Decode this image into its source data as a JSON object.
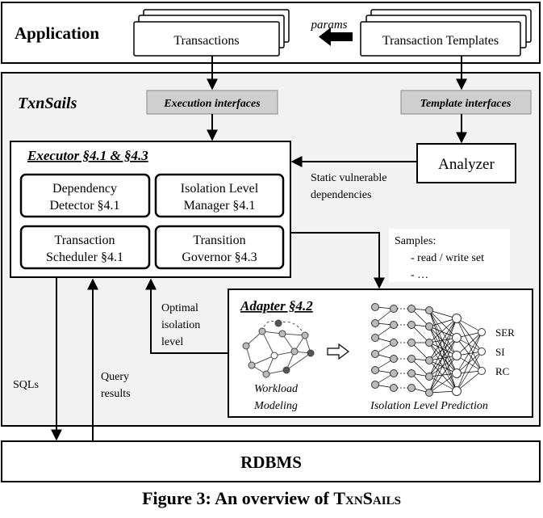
{
  "top_bar": {
    "application_label": "Application",
    "transactions_label": "Transactions",
    "params_label": "params",
    "templates_label": "Transaction Templates"
  },
  "system": {
    "title": "TxnSails",
    "execution_interfaces": "Execution interfaces",
    "template_interfaces": "Template interfaces",
    "analyzer": "Analyzer",
    "static_deps_line1": "Static vulnerable",
    "static_deps_line2": "dependencies"
  },
  "executor": {
    "title": "Executor §4.1 & §4.3",
    "modules": [
      {
        "line1": "Dependency",
        "line2": "Detector §4.1"
      },
      {
        "line1": "Isolation Level",
        "line2": "Manager §4.1"
      },
      {
        "line1": "Transaction",
        "line2": "Scheduler §4.1"
      },
      {
        "line1": "Transition",
        "line2": "Governor §4.3"
      }
    ]
  },
  "samples": {
    "title": "Samples:",
    "items": [
      "- read / write set",
      "- …"
    ]
  },
  "adapter": {
    "title": "Adapter §4.2",
    "workload_line1": "Workload",
    "workload_line2": "Modeling",
    "prediction_label": "Isolation Level Prediction",
    "outputs": [
      "SER",
      "SI",
      "RC"
    ]
  },
  "flows": {
    "optimal_line1": "Optimal",
    "optimal_line2": "isolation",
    "optimal_line3": "level",
    "sqls": "SQLs",
    "query_line1": "Query",
    "query_line2": "results"
  },
  "rdbms": {
    "label": "RDBMS"
  },
  "caption": {
    "prefix": "Figure 3: An overview of ",
    "name": "TxnSails"
  }
}
